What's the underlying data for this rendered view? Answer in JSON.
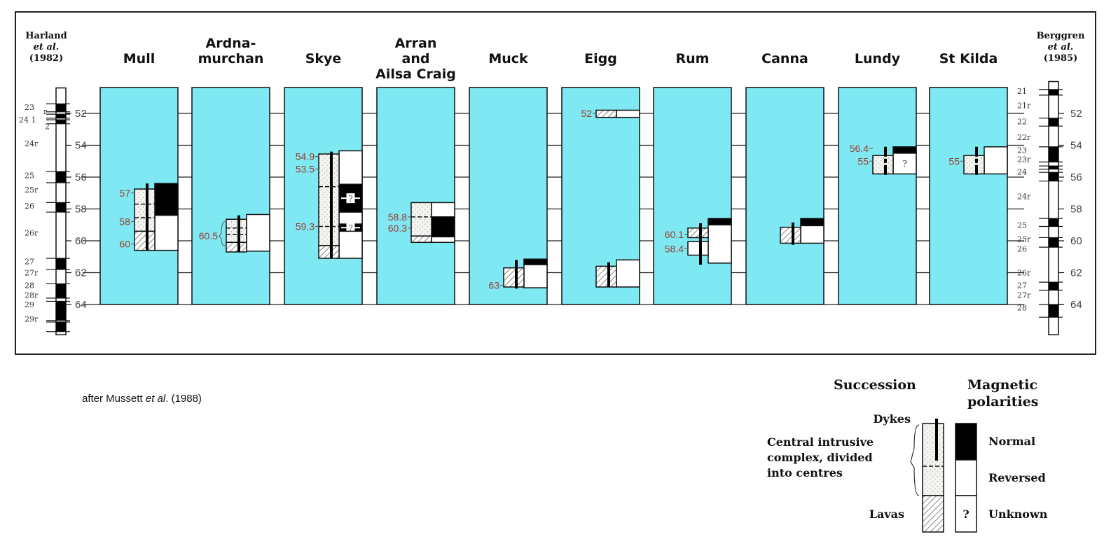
{
  "caption": {
    "prefix": "after Mussett ",
    "etal": "et al",
    "suffix": ". (1988)"
  },
  "left_scale": {
    "ref": [
      "Harland",
      "et al.",
      "(1982)"
    ],
    "axis_ticks": [
      "52",
      "54",
      "56",
      "58",
      "60",
      "62",
      "64"
    ],
    "axis_ages": [
      52,
      54,
      56,
      58,
      60,
      62,
      64
    ],
    "range": [
      50.4,
      65.9
    ],
    "normal": [
      [
        51.4,
        51.9
      ],
      [
        52.05,
        52.3
      ],
      [
        52.4,
        52.65
      ],
      [
        55.65,
        56.35
      ],
      [
        57.6,
        58.2
      ],
      [
        61.1,
        61.8
      ],
      [
        62.7,
        63.6
      ],
      [
        63.8,
        65.0
      ],
      [
        65.1,
        65.7
      ]
    ],
    "chrons": [
      {
        "label": "23",
        "age": 51.6
      },
      {
        "label": "r",
        "age": 51.95
      },
      {
        "label": "24 1",
        "age": 52.3
      },
      {
        "label": "2",
        "age": 52.5
      },
      {
        "label": "24r",
        "age": 53.9
      },
      {
        "label": "25",
        "age": 55.9
      },
      {
        "label": "25r",
        "age": 56.8
      },
      {
        "label": "26",
        "age": 57.8
      },
      {
        "label": "26r",
        "age": 59.5
      },
      {
        "label": "27",
        "age": 61.3
      },
      {
        "label": "27r",
        "age": 62.0
      },
      {
        "label": "28",
        "age": 62.8
      },
      {
        "label": "28r",
        "age": 63.4
      },
      {
        "label": "29",
        "age": 64.0
      },
      {
        "label": "29r",
        "age": 64.9
      }
    ]
  },
  "right_scale": {
    "ref": [
      "Berggren",
      "et al.",
      "(1985)"
    ],
    "axis_ticks": [
      "52",
      "54",
      "56",
      "58",
      "60",
      "62",
      "64"
    ],
    "axis_ages": [
      52,
      54,
      56,
      58,
      60,
      62,
      64
    ],
    "range": [
      50.0,
      65.9
    ],
    "normal": [
      [
        50.5,
        50.85
      ],
      [
        52.3,
        52.8
      ],
      [
        54.1,
        55.05
      ],
      [
        55.3,
        55.5
      ],
      [
        55.7,
        56.25
      ],
      [
        58.6,
        59.1
      ],
      [
        59.8,
        60.4
      ],
      [
        62.6,
        63.1
      ],
      [
        64.0,
        64.8
      ]
    ],
    "chrons": [
      {
        "label": "21",
        "age": 50.6
      },
      {
        "label": "21r",
        "age": 51.5
      },
      {
        "label": "22",
        "age": 52.5
      },
      {
        "label": "22r",
        "age": 53.5
      },
      {
        "label": "23",
        "age": 54.3
      },
      {
        "label": "23r",
        "age": 55.0
      },
      {
        "label": "24",
        "age": 55.5
      },
      {
        "label": "24r",
        "age": 57.2
      },
      {
        "label": "25",
        "age": 59.0
      },
      {
        "label": "25r",
        "age": 59.9
      },
      {
        "label": "26",
        "age": 60.5
      },
      {
        "label": "26r",
        "age": 62.0
      },
      {
        "label": "27",
        "age": 62.8
      },
      {
        "label": "27r",
        "age": 63.4
      },
      {
        "label": "28",
        "age": 64.2
      }
    ]
  },
  "islands": [
    {
      "name": [
        "Mull"
      ],
      "labels": [
        {
          "text": "57",
          "age": 57.0
        },
        {
          "text": "58",
          "age": 58.8
        },
        {
          "text": "60",
          "age": 60.2
        }
      ],
      "succession": [
        {
          "type": "stipple",
          "from": 56.75,
          "to": 59.4
        },
        {
          "type": "hatch",
          "from": 59.4,
          "to": 60.6
        }
      ],
      "divisions": [
        57.7,
        58.55
      ],
      "dykes": [
        {
          "from": 56.4,
          "to": 60.6
        }
      ],
      "polarity": [
        {
          "type": "normal",
          "from": 56.4,
          "to": 58.4
        },
        {
          "type": "reversed",
          "from": 58.4,
          "to": 60.6
        }
      ]
    },
    {
      "name": [
        "Ardna-",
        "murchan"
      ],
      "labels": [
        {
          "text": "60.5",
          "age": 59.7,
          "brace": [
            58.8,
            60.3
          ]
        }
      ],
      "succession": [
        {
          "type": "stipple",
          "from": 58.65,
          "to": 60.1
        },
        {
          "type": "hatch",
          "from": 60.1,
          "to": 60.7
        }
      ],
      "divisions": [
        59.2,
        59.6
      ],
      "dykes": [
        {
          "from": 58.4,
          "to": 60.7
        }
      ],
      "polarity": [
        {
          "type": "reversed",
          "from": 58.35,
          "to": 60.65
        }
      ]
    },
    {
      "name": [
        "Skye"
      ],
      "labels": [
        {
          "text": "54.9",
          "age": 54.7
        },
        {
          "text": "53.5",
          "age": 55.5
        },
        {
          "text": "59.3",
          "age": 59.1
        }
      ],
      "succession": [
        {
          "type": "stipple",
          "from": 54.55,
          "to": 60.3
        },
        {
          "type": "hatch",
          "from": 60.3,
          "to": 61.1
        }
      ],
      "divisions": [
        56.6,
        59.1
      ],
      "dykes": [
        {
          "from": 54.4,
          "to": 61.1
        }
      ],
      "polarity": [
        {
          "type": "reversed",
          "from": 54.35,
          "to": 56.45
        },
        {
          "type": "normal",
          "from": 56.45,
          "to": 58.2,
          "unknown": true
        },
        {
          "type": "reversed",
          "from": 58.2,
          "to": 58.95
        },
        {
          "type": "normal",
          "from": 58.95,
          "to": 59.4,
          "unknown": true
        },
        {
          "type": "reversed",
          "from": 59.4,
          "to": 61.1
        }
      ]
    },
    {
      "name": [
        "Arran",
        "and",
        "Ailsa Craig"
      ],
      "labels": [
        {
          "text": "58.8",
          "age": 58.5
        },
        {
          "text": "60.3",
          "age": 59.2
        }
      ],
      "succession": [
        {
          "type": "stipple",
          "from": 57.6,
          "to": 59.7
        },
        {
          "type": "hatch",
          "from": 59.7,
          "to": 60.1
        }
      ],
      "divisions": [
        58.5
      ],
      "dykes": [],
      "polarity": [
        {
          "type": "reversed",
          "from": 57.6,
          "to": 58.5
        },
        {
          "type": "normal",
          "from": 58.5,
          "to": 59.75
        },
        {
          "type": "reversed",
          "from": 59.75,
          "to": 60.1
        }
      ]
    },
    {
      "name": [
        "Muck"
      ],
      "labels": [
        {
          "text": "63",
          "age": 62.8
        }
      ],
      "succession": [
        {
          "type": "hatch",
          "from": 61.7,
          "to": 62.9
        }
      ],
      "divisions": [],
      "dykes": [
        {
          "from": 61.2,
          "to": 63.0
        }
      ],
      "polarity": [
        {
          "type": "normal",
          "from": 61.15,
          "to": 61.5
        },
        {
          "type": "reversed",
          "from": 61.5,
          "to": 62.95
        }
      ]
    },
    {
      "name": [
        "Eigg"
      ],
      "labels": [
        {
          "text": "52",
          "age": 52.0
        }
      ],
      "succession": [
        {
          "type": "hatch",
          "from": 51.8,
          "to": 52.25
        },
        {
          "type": "hatch",
          "from": 61.6,
          "to": 62.9
        }
      ],
      "divisions": [],
      "dykes": [
        {
          "from": 61.35,
          "to": 62.9
        }
      ],
      "polarity": [
        {
          "type": "reversed",
          "from": 51.8,
          "to": 52.25
        },
        {
          "type": "reversed",
          "from": 61.2,
          "to": 62.9
        }
      ]
    },
    {
      "name": [
        "Rum"
      ],
      "labels": [
        {
          "text": "60.1",
          "age": 59.6
        },
        {
          "text": "58.4",
          "age": 60.5
        }
      ],
      "succession": [
        {
          "type": "hatch",
          "from": 59.2,
          "to": 59.8
        },
        {
          "type": "reversed",
          "from": 60.05,
          "to": 60.9
        }
      ],
      "divisions": [],
      "dykes": [
        {
          "from": 58.9,
          "to": 61.5
        }
      ],
      "polarity": [
        {
          "type": "normal",
          "from": 58.6,
          "to": 59.0
        },
        {
          "type": "reversed",
          "from": 59.0,
          "to": 61.4
        }
      ]
    },
    {
      "name": [
        "Canna"
      ],
      "labels": [],
      "succession": [
        {
          "type": "hatch",
          "from": 59.15,
          "to": 60.15
        }
      ],
      "divisions": [],
      "dykes": [
        {
          "from": 58.85,
          "to": 60.25
        }
      ],
      "polarity": [
        {
          "type": "normal",
          "from": 58.6,
          "to": 59.05
        },
        {
          "type": "reversed",
          "from": 59.05,
          "to": 60.15
        }
      ]
    },
    {
      "name": [
        "Lundy"
      ],
      "labels": [
        {
          "text": "56.4",
          "age": 54.2
        },
        {
          "text": "55",
          "age": 55.0
        }
      ],
      "succession": [
        {
          "type": "stipple",
          "from": 54.65,
          "to": 55.8
        }
      ],
      "divisions": [],
      "dykes": [
        {
          "from": 54.1,
          "to": 55.9,
          "broken": true
        }
      ],
      "polarity": [
        {
          "type": "normal",
          "from": 54.1,
          "to": 54.5
        },
        {
          "type": "unknown",
          "from": 54.5,
          "to": 55.8
        }
      ],
      "unknown_mark": "?"
    },
    {
      "name": [
        "St Kilda"
      ],
      "labels": [
        {
          "text": "55",
          "age": 55.0
        }
      ],
      "succession": [
        {
          "type": "stipple",
          "from": 54.65,
          "to": 55.8
        }
      ],
      "divisions": [],
      "dykes": [
        {
          "from": 54.1,
          "to": 55.9,
          "broken": true
        }
      ],
      "polarity": [
        {
          "type": "reversed",
          "from": 54.1,
          "to": 55.8
        }
      ]
    }
  ],
  "legend": {
    "succession_title": "Succession",
    "polarity_title": [
      "Magnetic",
      "polarities"
    ],
    "dykes": "Dykes",
    "central": [
      "Central intrusive",
      "complex, divided",
      "into centres"
    ],
    "lavas": "Lavas",
    "normal": "Normal",
    "reversed": "Reversed",
    "unknown": "Unknown",
    "unknown_mark": "?"
  },
  "colors": {
    "panel": "#7fe9f3",
    "age_label": "#9b3b2e",
    "ink": "#111111"
  }
}
